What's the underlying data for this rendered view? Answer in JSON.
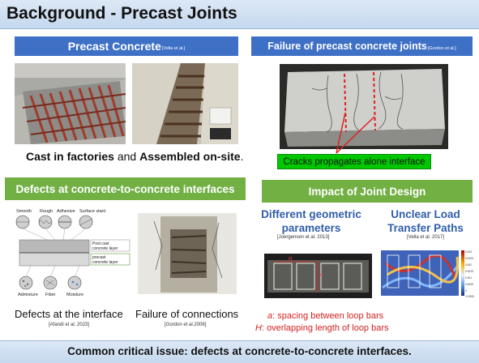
{
  "title": "Background - Precast Joints",
  "precast": {
    "banner": "Precast Concrete",
    "banner_ref": "[Vella et al.]",
    "caption_b1": "Cast in factories",
    "caption_mid": " and ",
    "caption_b2": "Assembled on-site",
    "caption_end": "."
  },
  "failure": {
    "banner": "Failure of precast concrete joints",
    "banner_ref": "[Gordon et al.]",
    "callout": "Cracks propagates alone interface"
  },
  "defects": {
    "banner": "Defects at concrete-to-concrete interfaces",
    "surface_labels": [
      "Smooth",
      "Rough",
      "Adhesive",
      "Surface slant"
    ],
    "layer_top": "Post cast concrete layer",
    "layer_bottom": "precast concrete layer",
    "bottom_labels": [
      "Admixture",
      "Fiber",
      "Moisture"
    ],
    "caption_left": "Defects at the interface",
    "ref_left": "[Afandi et al. 2023]",
    "caption_right": "Failure of connections",
    "ref_right": "[Gordon et al.2006]"
  },
  "impact": {
    "banner": "Impact of Joint Design",
    "left_head_1": "Different geometric",
    "left_head_2": "parameters",
    "left_ref": "[Joergensen et al. 2013]",
    "right_head_1": "Unclear Load",
    "right_head_2": "Transfer Paths",
    "right_ref": "[Vella et al. 2017]",
    "specimen_labels": [
      "H",
      "a"
    ],
    "scale_ticks": [
      "0.003",
      "0.0025",
      "0.002",
      "0.0015",
      "0.001",
      "0.0005",
      "0",
      "-0.0005"
    ],
    "line_a_sym": "a",
    "line_a_text": ": spacing between loop bars",
    "line_h_sym": "H",
    "line_h_text": ": overlapping length of loop bars"
  },
  "bottom": "Common critical issue: defects at concrete-to-concrete interfaces.",
  "colors": {
    "banner_blue": "#3e70c6",
    "banner_green": "#72b044",
    "callout_green": "#00c800",
    "accent_red": "#d42020"
  }
}
